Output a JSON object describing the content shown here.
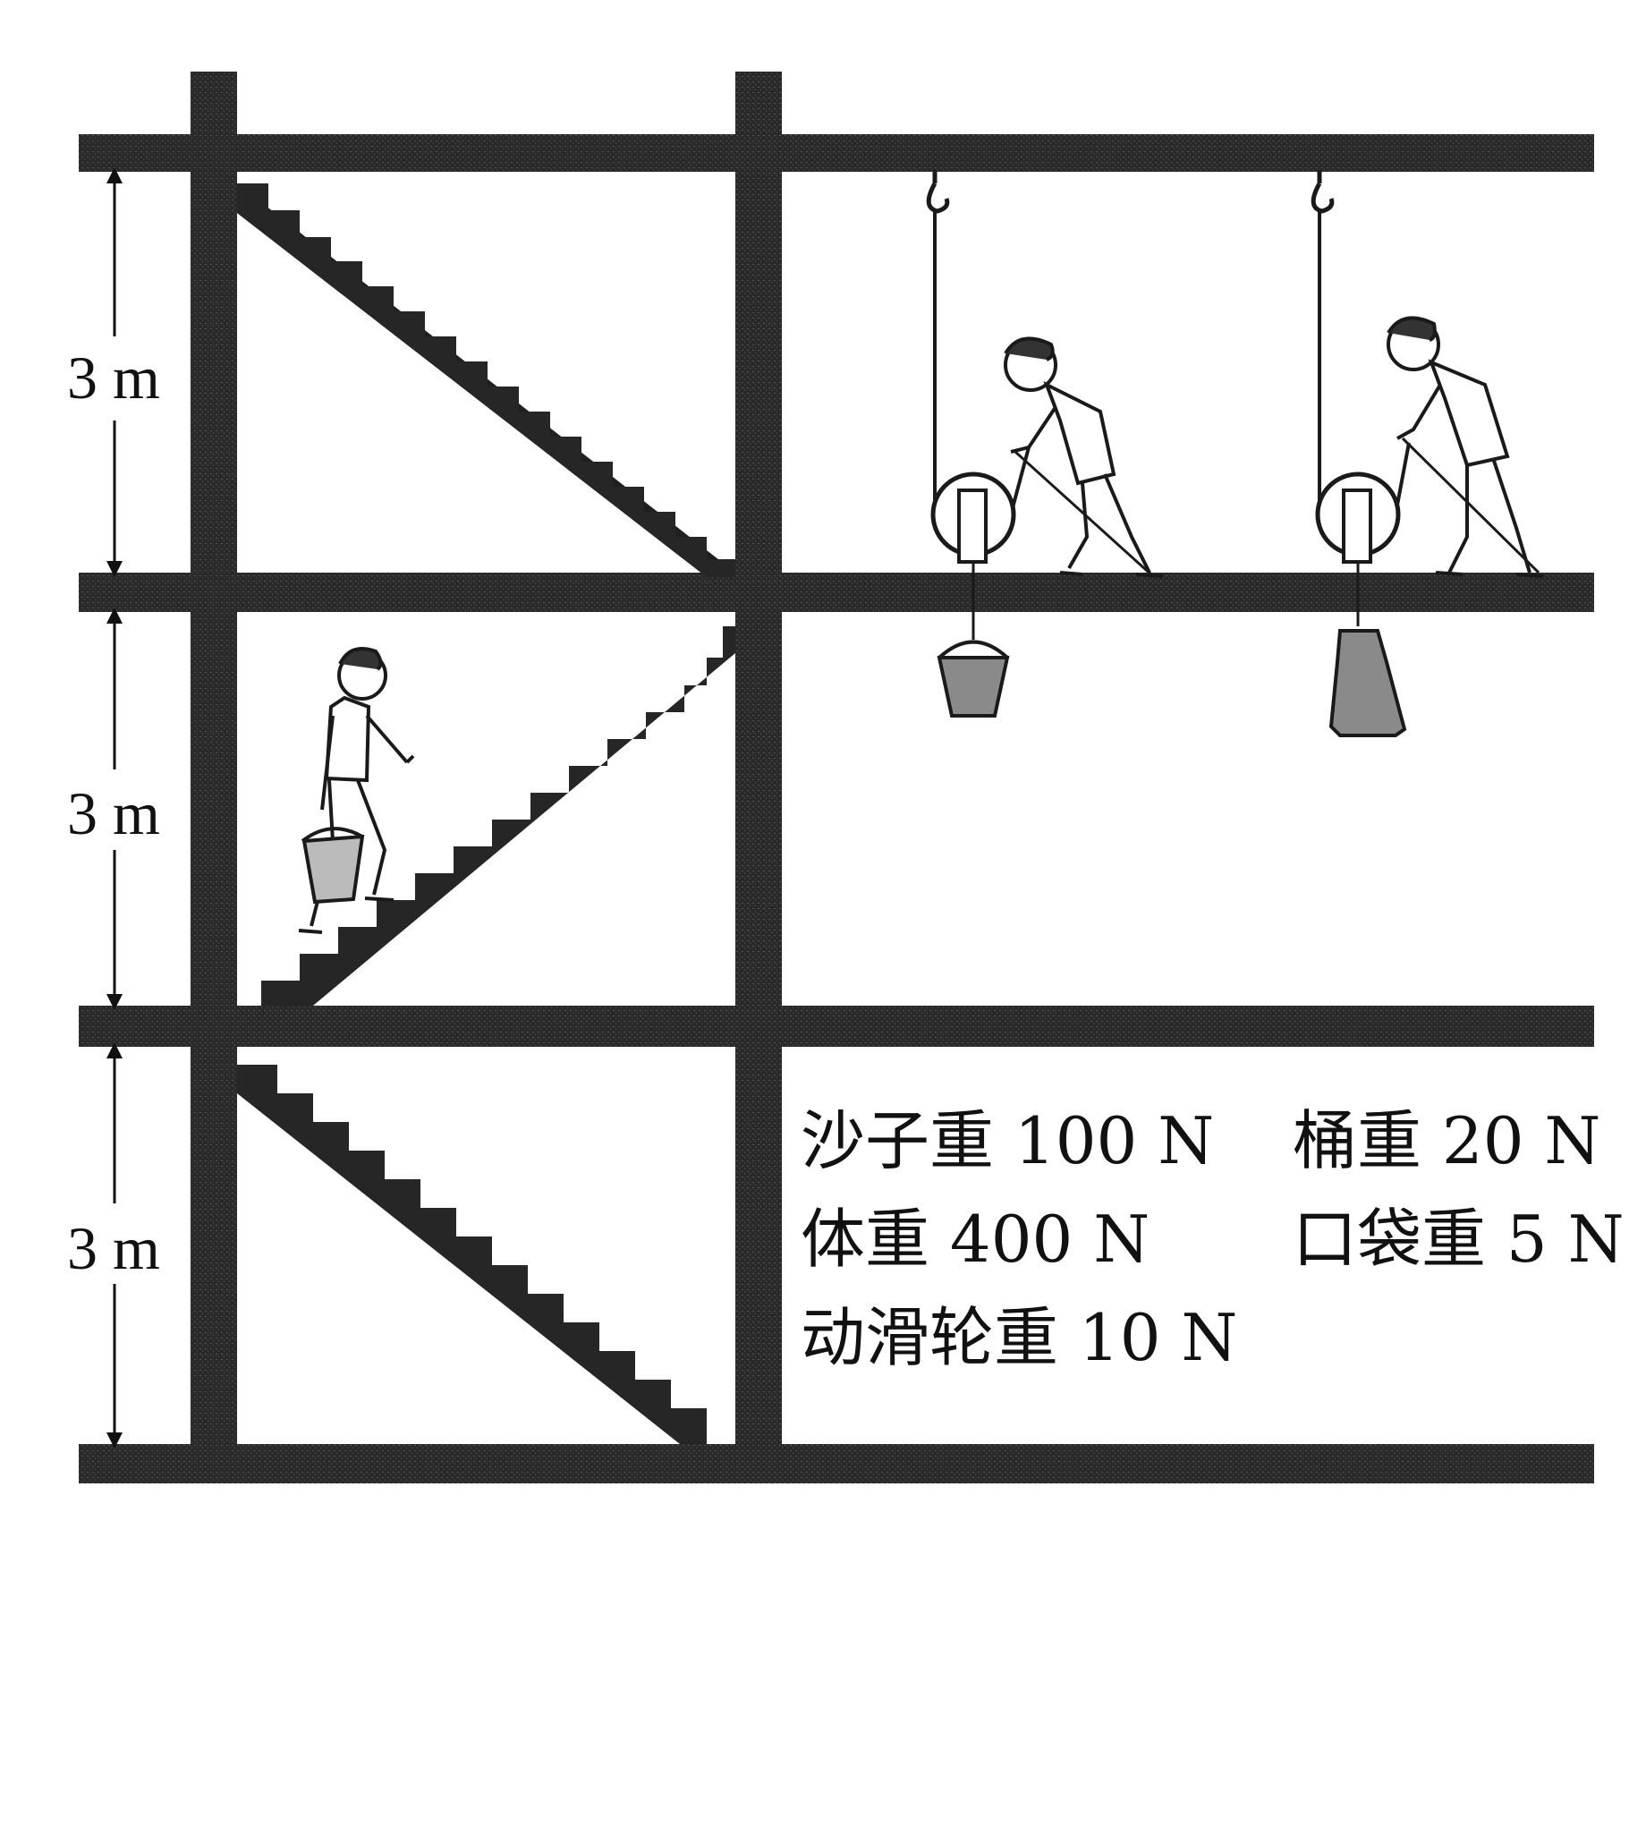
{
  "dimensions": {
    "floor_1": "3 m",
    "floor_2": "3 m",
    "floor_3": "3 m"
  },
  "info": {
    "sand_weight": "沙子重 100 N",
    "bucket_weight": "桶重 20 N",
    "body_weight": "体重 400 N",
    "bag_weight": "口袋重 5 N",
    "pulley_weight": "动滑轮重 10 N"
  },
  "figures": {
    "stair_walker": "person carrying bucket up stairs",
    "pulley_bucket": "person lifting bucket with movable pulley",
    "pulley_bag": "person lifting bag with movable pulley"
  }
}
